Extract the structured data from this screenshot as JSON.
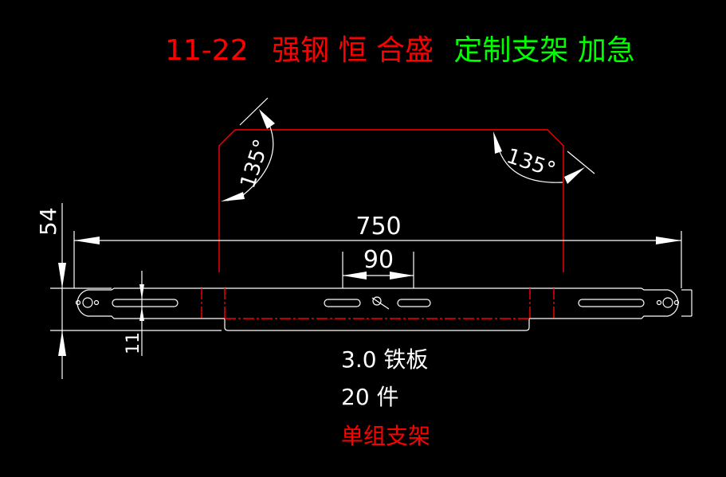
{
  "title": {
    "parts": [
      {
        "text": "11-22",
        "color": "#ff0000"
      },
      {
        "text": "强钢 恒 合盛",
        "color": "#ff0000"
      },
      {
        "text": "定制支架 加急",
        "color": "#00ff00"
      }
    ]
  },
  "dimensions": {
    "overall_length": "750",
    "slot_spacing": "90",
    "height": "54",
    "slot_width": "11",
    "angle_left": "135°",
    "angle_right": "135°"
  },
  "notes": {
    "material": "3.0 铁板",
    "quantity": "20 件",
    "type": "单组支架",
    "type_color": "#ff0000"
  },
  "colors": {
    "background": "#000000",
    "line": "#ffffff",
    "bend": "#ff0000"
  }
}
